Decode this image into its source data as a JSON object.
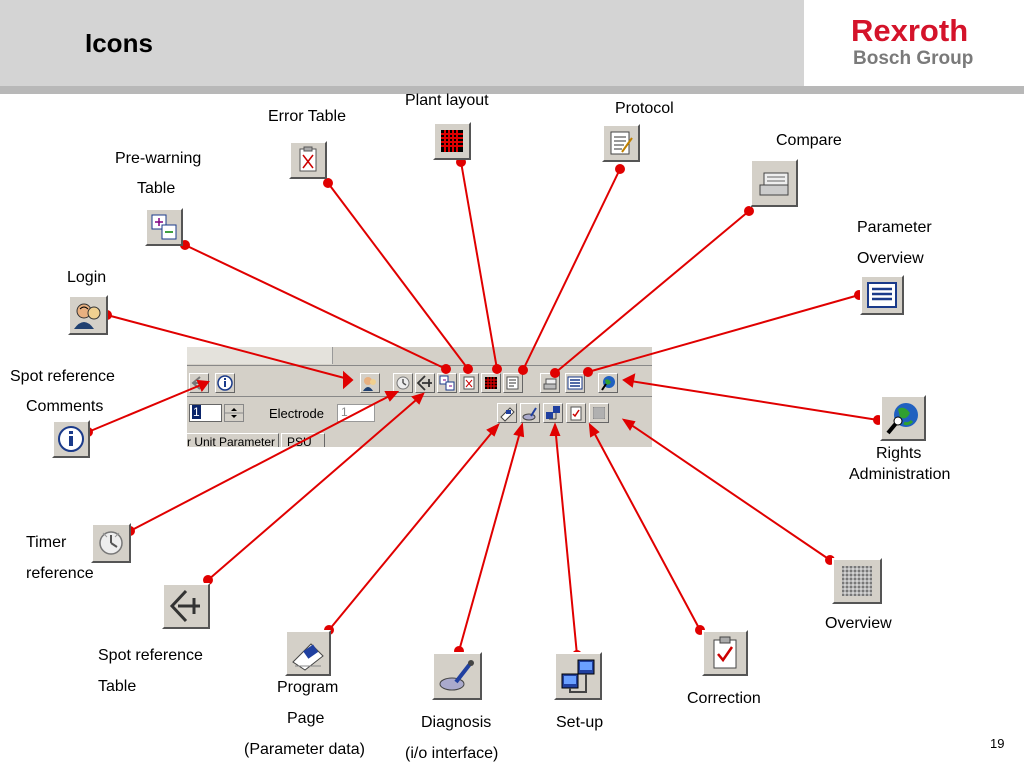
{
  "slide": {
    "title": "Icons",
    "page_number": "19"
  },
  "brand": {
    "name": "Rexroth",
    "sub": "Bosch Group",
    "color": "#d4132a"
  },
  "labels": {
    "error_table": "Error Table",
    "plant_layout": "Plant layout",
    "protocol": "Protocol",
    "compare": "Compare",
    "prewarning_1": "Pre-warning",
    "prewarning_2": "Table",
    "parameter_1": "Parameter",
    "parameter_2": "Overview",
    "login": "Login",
    "spotref_comments_1": "Spot reference",
    "spotref_comments_2": "Comments",
    "rights_1": "Rights",
    "rights_2": "Administration",
    "timer_1": "Timer",
    "timer_2": "reference",
    "spotref_table_1": "Spot reference",
    "spotref_table_2": "Table",
    "program_1": "Program",
    "program_2": "Page",
    "program_3": "(Parameter data)",
    "diagnosis_1": "Diagnosis",
    "diagnosis_2": "(i/o interface)",
    "setup": "Set-up",
    "correction": "Correction",
    "overview": "Overview"
  },
  "toolbar": {
    "field_value": "1",
    "field_value_2": "1",
    "electrode_label": "Electrode",
    "tab_unit_parameter": "r Unit Parameter",
    "tab_psu": "PSU"
  },
  "icons": [
    "error-table-icon",
    "plant-layout-icon",
    "protocol-icon",
    "compare-icon",
    "prewarning-table-icon",
    "parameter-overview-icon",
    "login-icon",
    "spot-reference-comments-icon",
    "rights-administration-icon",
    "timer-reference-icon",
    "spot-reference-table-icon",
    "program-page-icon",
    "diagnosis-icon",
    "setup-icon",
    "correction-icon",
    "overview-icon"
  ],
  "colors": {
    "connector": "#e00000",
    "header_bg": "#d4d4d4",
    "button_face": "#d4d0c8"
  }
}
